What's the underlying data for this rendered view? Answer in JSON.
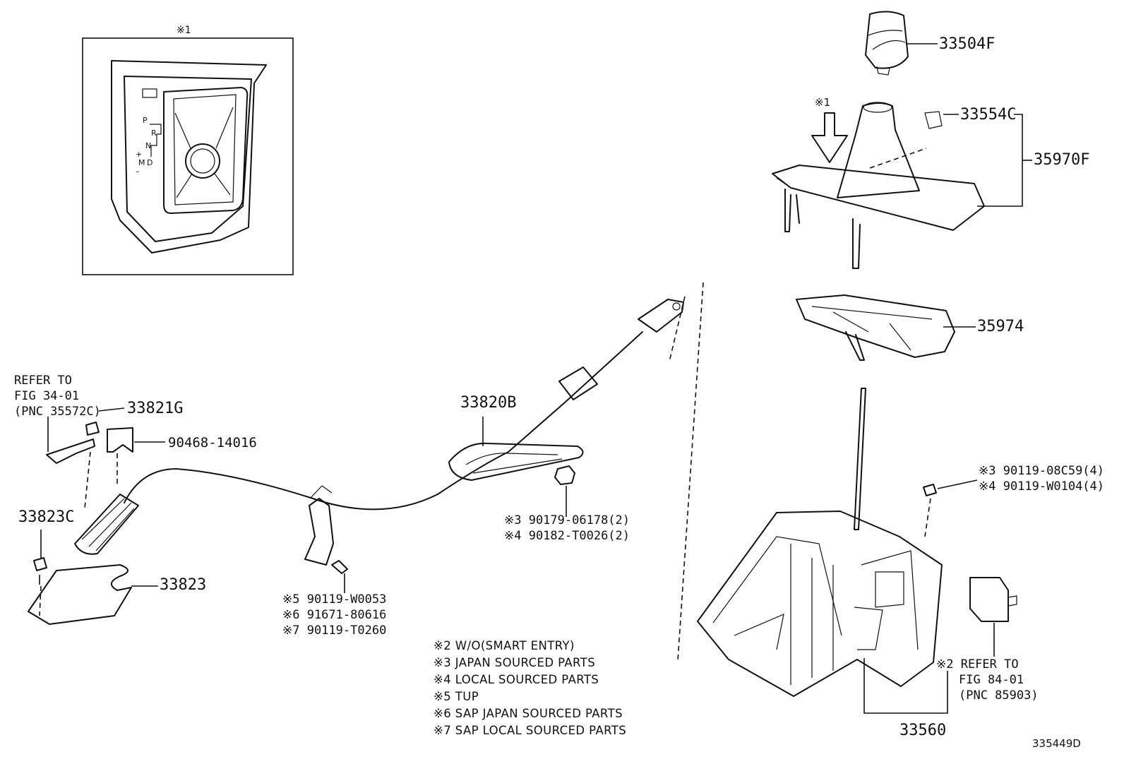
{
  "inset": {
    "marker": "※1",
    "gate_letters": [
      "P",
      "R",
      "N",
      "D",
      "M",
      "+",
      "–"
    ]
  },
  "top_marker": "※1",
  "parts": {
    "p33504F": "33504F",
    "p33554C": "33554C",
    "p35970F": "35970F",
    "p35974": "35974",
    "p33820B": "33820B",
    "p33821G": "33821G",
    "p90468": "90468-14016",
    "p33823C": "33823C",
    "p33823": "33823",
    "p33560": "33560"
  },
  "refer_left": [
    "REFER TO",
    "FIG 34-01",
    "(PNC 35572C)"
  ],
  "refer_right": [
    "※2 REFER TO",
    "FIG 84-01",
    "(PNC 85903)"
  ],
  "nut_codes": [
    "※3 90179-06178(2)",
    "※4 90182-T0026(2)"
  ],
  "bolt_codes_left": [
    "※5 90119-W0053",
    "※6 91671-80616",
    "※7 90119-T0260"
  ],
  "bolt_codes_right": [
    "※3 90119-08C59(4)",
    "※4 90119-W0104(4)"
  ],
  "footnotes": [
    "※2 W/O(SMART ENTRY)",
    "※3 JAPAN SOURCED PARTS",
    "※4 LOCAL SOURCED PARTS",
    "※5 TUP",
    "※6 SAP JAPAN SOURCED PARTS",
    "※7 SAP LOCAL SOURCED PARTS"
  ],
  "figure_id": "335449D"
}
